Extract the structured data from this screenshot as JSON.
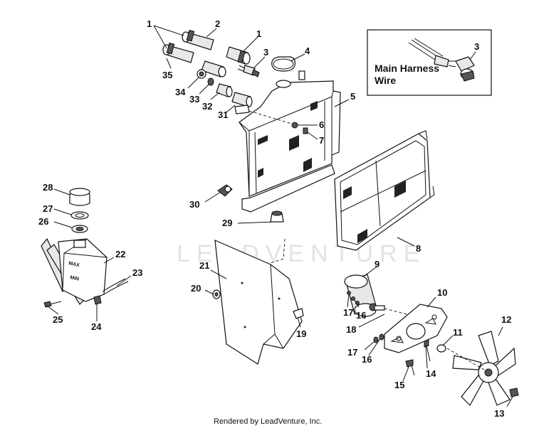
{
  "inset": {
    "label_line1": "Main Harness",
    "label_line2": "Wire",
    "part": "3"
  },
  "watermark": "LEADVENTURE",
  "footer": "Rendered by LeadVenture, Inc.",
  "callouts": {
    "c1a": "1",
    "c1b": "1",
    "c2": "2",
    "c3": "3",
    "c4": "4",
    "c5": "5",
    "c6": "6",
    "c7": "7",
    "c8": "8",
    "c9": "9",
    "c10": "10",
    "c11": "11",
    "c12": "12",
    "c13": "13",
    "c14": "14",
    "c15": "15",
    "c16a": "16",
    "c16b": "16",
    "c17a": "17",
    "c17b": "17",
    "c18": "18",
    "c19": "19",
    "c20": "20",
    "c21": "21",
    "c22": "22",
    "c23": "23",
    "c24": "24",
    "c25": "25",
    "c26": "26",
    "c27": "27",
    "c28": "28",
    "c29": "29",
    "c30": "30",
    "c31": "31",
    "c32": "32",
    "c33": "33",
    "c34": "34",
    "c35": "35"
  }
}
